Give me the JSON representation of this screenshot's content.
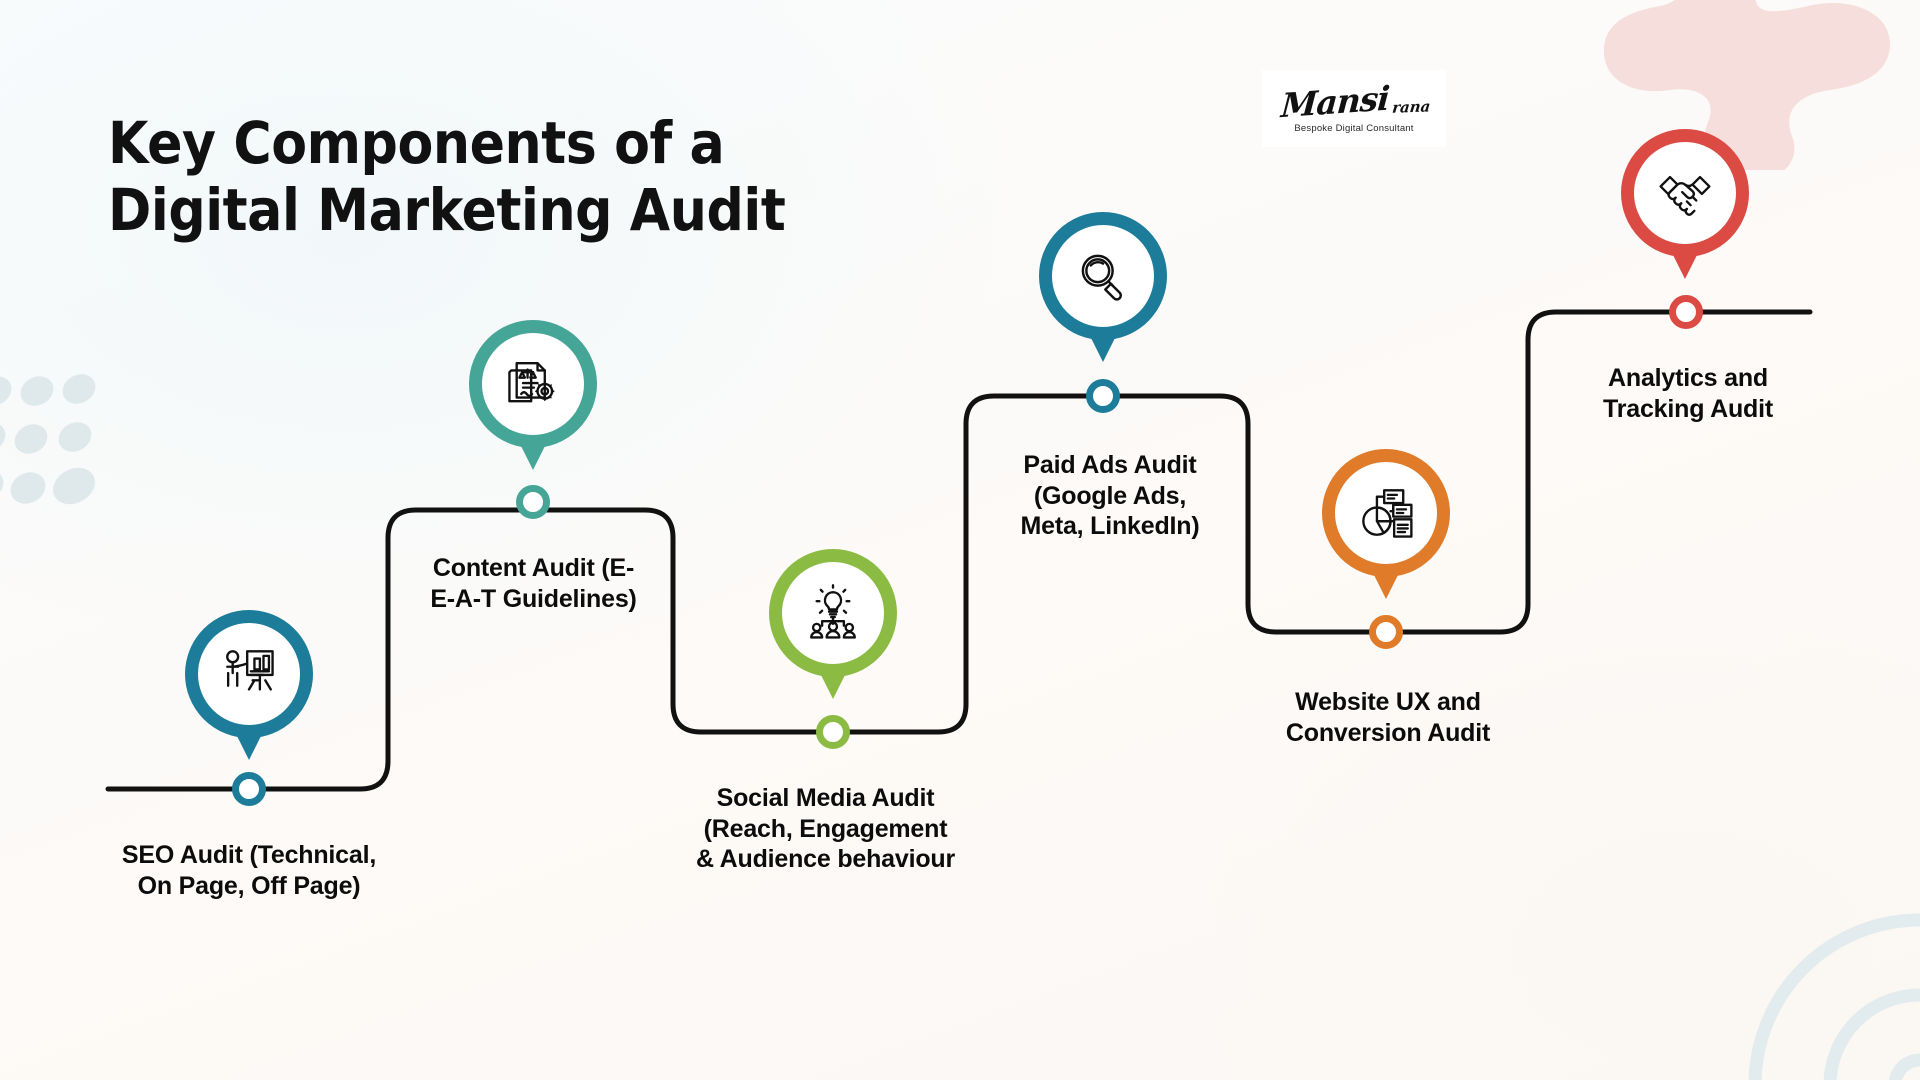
{
  "title": {
    "line1": "Key Components of a",
    "line2": "Digital Marketing Audit"
  },
  "logo": {
    "name": "Mansi",
    "surname": "rana",
    "tagline": "Bespoke Digital Consultant"
  },
  "colors": {
    "background": "#fbfaf8",
    "path_line": "#111111",
    "text": "#0c0c0c",
    "blob_pink": "#f6dedc",
    "dots_blue": "#dfe9ec",
    "arcs_blue": "#e2ebed"
  },
  "steps": [
    {
      "id": "seo-audit",
      "label": "SEO Audit (Technical,\nOn Page, Off Page)",
      "label_line1": "SEO Audit (Technical,",
      "label_line2": "On Page, Off Page)",
      "color": "#1d7c99",
      "icon": "presenter-chart-icon",
      "order": 1
    },
    {
      "id": "content-audit",
      "label": "Content Audit (E-\nE-A-T Guidelines)",
      "label_line1": "Content Audit (E-",
      "label_line2": "E-A-T Guidelines)",
      "color": "#45a596",
      "icon": "document-scales-gear-icon",
      "order": 2
    },
    {
      "id": "social-media-audit",
      "label": "Social Media Audit\n(Reach, Engagement\n& Audience behaviour",
      "label_line1": "Social Media Audit",
      "label_line2": "(Reach, Engagement",
      "label_line3": "& Audience behaviour",
      "color": "#8cbb43",
      "icon": "lightbulb-people-icon",
      "order": 3
    },
    {
      "id": "paid-ads-audit",
      "label": "Paid Ads Audit\n(Google Ads,\nMeta, LinkedIn)",
      "label_line1": "Paid Ads Audit",
      "label_line2": "(Google Ads,",
      "label_line3": "Meta, LinkedIn)",
      "color": "#1d7c99",
      "icon": "magnifier-icon",
      "order": 4
    },
    {
      "id": "website-ux-audit",
      "label": "Website UX and\nConversion Audit",
      "label_line1": "Website UX and",
      "label_line2": "Conversion Audit",
      "color": "#e07b2a",
      "icon": "pie-chart-cards-icon",
      "order": 5
    },
    {
      "id": "analytics-tracking-audit",
      "label": "Analytics and\nTracking Audit",
      "label_line1": "Analytics and",
      "label_line2": "Tracking Audit",
      "color": "#db4b43",
      "icon": "handshake-icon",
      "order": 6
    }
  ]
}
